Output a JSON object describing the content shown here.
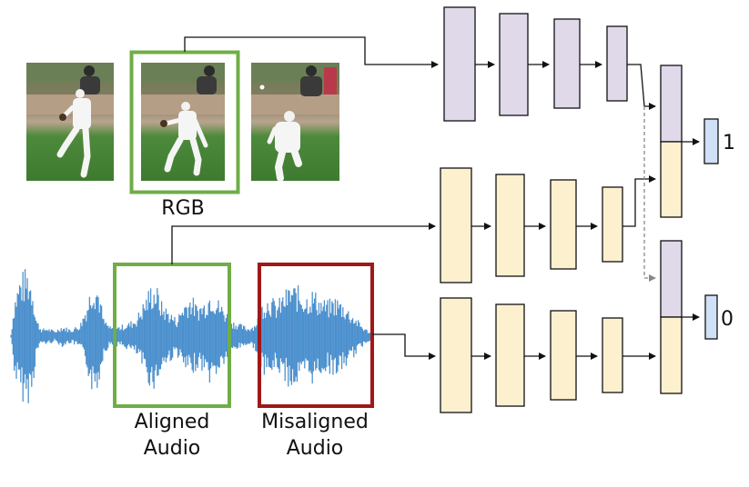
{
  "labels": {
    "rgb": "RGB",
    "aligned_line1": "Aligned",
    "aligned_line2": "Audio",
    "misaligned_line1": "Misaligned",
    "misaligned_line2": "Audio",
    "output_top": "1",
    "output_bottom": "0"
  },
  "colors": {
    "rgb_stream": "#e0d9ea",
    "audio_stream": "#fdf0cf",
    "output_box": "#cfe0f7",
    "aligned_frame": "#70ad47",
    "misaligned_frame": "#a01818",
    "waveform": "#2e7ec6",
    "arrow": "#111111",
    "dashed_arrow": "#888888"
  },
  "icons": {
    "frames": [
      "baseball-frame-1",
      "baseball-frame-2",
      "baseball-frame-3"
    ]
  }
}
